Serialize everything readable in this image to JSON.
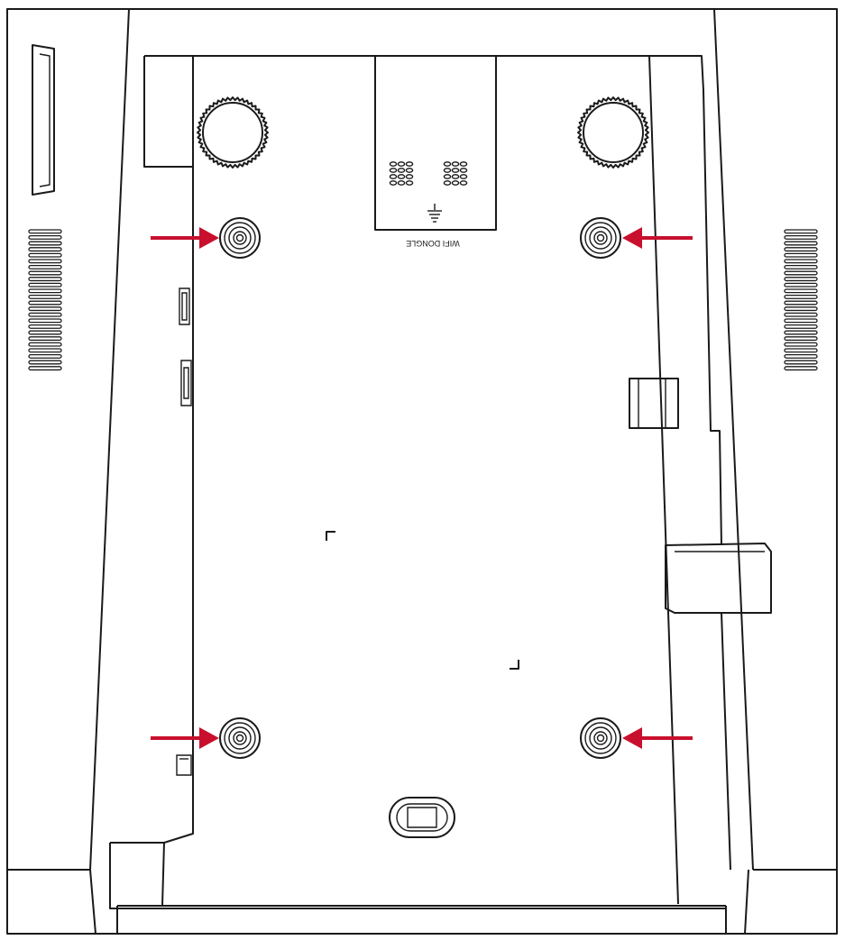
{
  "diagram": {
    "panel_label": "WIFI DONGLE",
    "arrow_color": "#c8102e",
    "line_color": "#1a1a1a",
    "mount_points": [
      "top-left",
      "top-right",
      "bottom-left",
      "bottom-right"
    ]
  }
}
